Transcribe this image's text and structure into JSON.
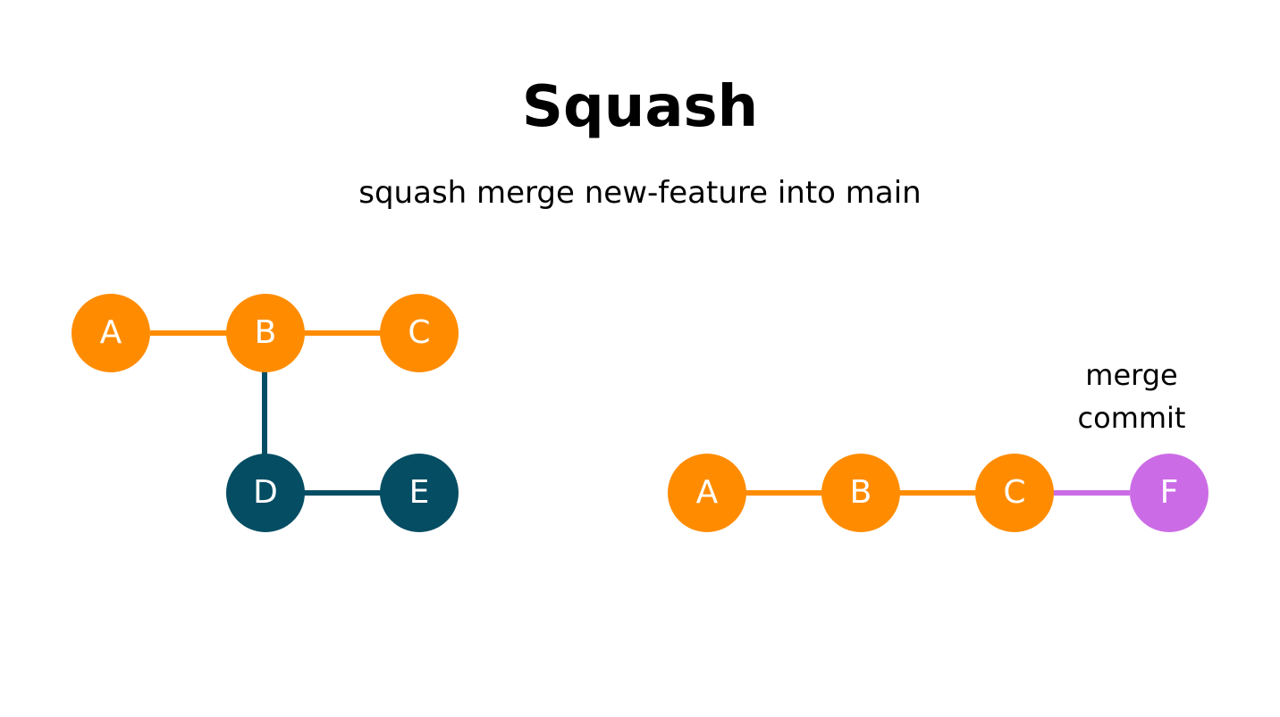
{
  "title": "Squash",
  "subtitle": "squash merge new-feature into main",
  "colors": {
    "main_branch": "#FF8C00",
    "feature_branch": "#044D63",
    "squash_commit": "#CB6CE6"
  },
  "before": {
    "nodes": [
      {
        "label": "A",
        "branch": "main"
      },
      {
        "label": "B",
        "branch": "main"
      },
      {
        "label": "C",
        "branch": "main"
      },
      {
        "label": "D",
        "branch": "new-feature"
      },
      {
        "label": "E",
        "branch": "new-feature"
      }
    ]
  },
  "after": {
    "nodes": [
      {
        "label": "A",
        "branch": "main"
      },
      {
        "label": "B",
        "branch": "main"
      },
      {
        "label": "C",
        "branch": "main"
      },
      {
        "label": "F",
        "branch": "squash"
      }
    ],
    "annotation": {
      "line1": "merge",
      "line2": "commit"
    }
  }
}
